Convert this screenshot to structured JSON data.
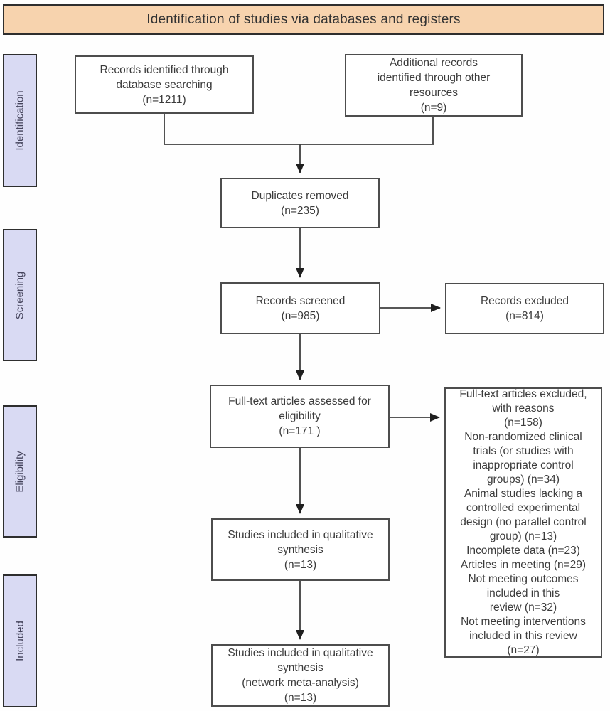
{
  "banner": {
    "title": "Identification of studies via databases and registers"
  },
  "sidebar": {
    "stages": [
      {
        "label": "Identification"
      },
      {
        "label": "Screening"
      },
      {
        "label": "Eligibility"
      },
      {
        "label": "Included"
      }
    ]
  },
  "boxes": {
    "records_identified": {
      "text": "Records identified through\ndatabase searching\n(n=1211)"
    },
    "additional_records": {
      "text": "Additional records\nidentified through other\nresources\n(n=9)"
    },
    "duplicates_removed": {
      "text": "Duplicates removed\n(n=235)"
    },
    "records_screened": {
      "text": "Records screened\n(n=985)"
    },
    "records_excluded": {
      "text": "Records excluded\n(n=814)"
    },
    "fulltext_assessed": {
      "text": "Full-text articles assessed for\neligibility\n(n=171 )"
    },
    "fulltext_excluded": {
      "text": "Full-text articles excluded,\nwith reasons\n(n=158)\nNon-randomized clinical\ntrials (or studies with\ninappropriate control\ngroups) (n=34)\nAnimal studies lacking a\ncontrolled experimental\ndesign (no parallel control\ngroup) (n=13)\nIncomplete data (n=23)\nArticles in meeting (n=29)\nNot meeting outcomes\nincluded in this\nreview (n=32)\nNot meeting interventions\nincluded in this review\n(n=27)"
    },
    "qualitative_synthesis": {
      "text": "Studies included in qualitative\nsynthesis\n(n=13)"
    },
    "network_meta_analysis": {
      "text": "Studies included in qualitative\nsynthesis\n(network meta-analysis)\n(n=13)"
    }
  },
  "colors": {
    "banner_bg": "#f7d3ae",
    "stage_bg": "#d9daf3",
    "box_border": "#4d4d4d",
    "line": "#3f3f3f"
  }
}
